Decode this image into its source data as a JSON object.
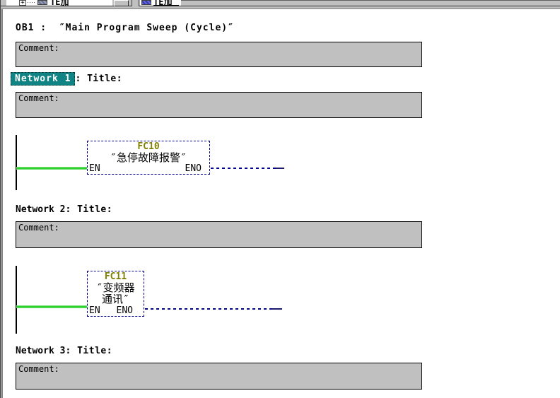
{
  "colors": {
    "selection_teal": "#108484",
    "block_id_olive": "#808000",
    "wire_green": "#2fd12f",
    "dashed_line_navy": "#00008b",
    "comment_fill": "#c0c0c0",
    "panel_silver": "#c0c0c0"
  },
  "top_strip": {
    "left_tree_item_label": "TE加",
    "right_tree_item_label": "TE加",
    "expand_glyph": "+"
  },
  "editor": {
    "ob_header": "OB1 :  ″Main Program Sweep (Cycle)″",
    "comment_label": "Comment:",
    "title_suffix": ": Title:"
  },
  "networks": [
    {
      "name": "Network 1",
      "selected": true,
      "block": {
        "id": "FC10",
        "name_lines": [
          "″急停故障报警″"
        ],
        "en_label": "EN",
        "eno_label": "ENO"
      }
    },
    {
      "name": "Network 2",
      "selected": false,
      "block": {
        "id": "FC11",
        "name_lines": [
          "″变频器",
          "通讯″"
        ],
        "en_label": "EN",
        "eno_label": "ENO"
      }
    },
    {
      "name": "Network 3",
      "selected": false,
      "block": null
    }
  ]
}
